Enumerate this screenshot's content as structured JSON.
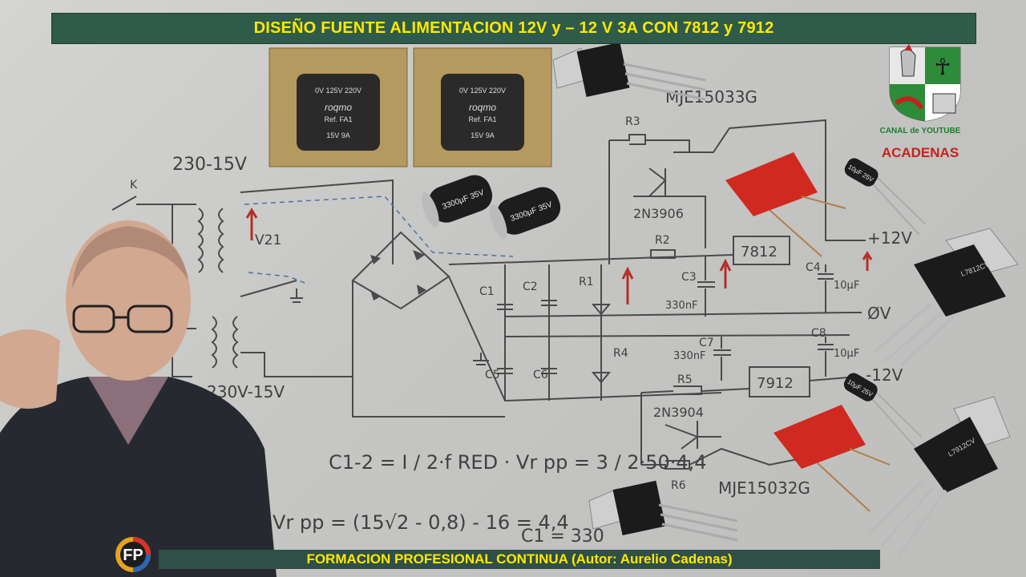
{
  "header": {
    "title": "DISEÑO FUENTE ALIMENTACION 12V y – 12 V 3A CON 7812 y 7912"
  },
  "footer": {
    "text": "FORMACION PROFESIONAL CONTINUA (Autor: Aurelio Cadenas)",
    "logo_text": "FP"
  },
  "channel": {
    "label": "CANAL de YOUTUBE",
    "name": "ACADENAS"
  },
  "transformers": [
    {
      "taps": "0V 125V 220V",
      "brand": "roqmo",
      "ref": "Ref. FA1",
      "rating": "15V 9A"
    },
    {
      "taps": "0V 125V 220V",
      "brand": "roqmo",
      "ref": "Ref. FA1",
      "rating": "15V 9A"
    }
  ],
  "capacitors_big": [
    {
      "label": "3300µF 35V"
    },
    {
      "label": "3300µF 35V"
    }
  ],
  "capacitors_small": [
    {
      "label": "10µF 25V"
    },
    {
      "label": "10µF 25V"
    }
  ],
  "regulators": [
    {
      "label": "L7812CV"
    },
    {
      "label": "L7912CV"
    }
  ],
  "handwriting": {
    "t1": "230-15V",
    "t2": "230V-15V",
    "v21": "V21",
    "k": "K",
    "mje_top": "MJE15033G",
    "mje_bottom": "MJE15032G",
    "q_top": "2N3906",
    "q_bottom": "2N3904",
    "r1": "R1",
    "r2": "R2",
    "r3": "R3",
    "r4": "R4",
    "r5": "R5",
    "r6": "R6",
    "c1": "C1",
    "c2": "C2",
    "c3": "C3",
    "c4": "C4",
    "c5": "C5",
    "c6": "C6",
    "c7": "C7",
    "c8": "C8",
    "c3_val": "330nF",
    "c7_val": "330nF",
    "c4_val": "10µF",
    "c8_val": "10µF",
    "reg_top": "7812",
    "reg_bottom": "7912",
    "plus12": "+12V",
    "zero": "ØV",
    "minus12": "-12V",
    "formula1": "C1-2 = I / 2·f RED · Vr pp = 3 / 2·50·4,4",
    "formula2": "Vr pp = (15√2 - 0,8) - 16 = 4,4",
    "formula3": "C1 = 330"
  },
  "colors": {
    "title_bg": "#2f5b4a",
    "title_text": "#ffe800",
    "channel_green": "#1a7d2a",
    "channel_red": "#c2231d"
  }
}
